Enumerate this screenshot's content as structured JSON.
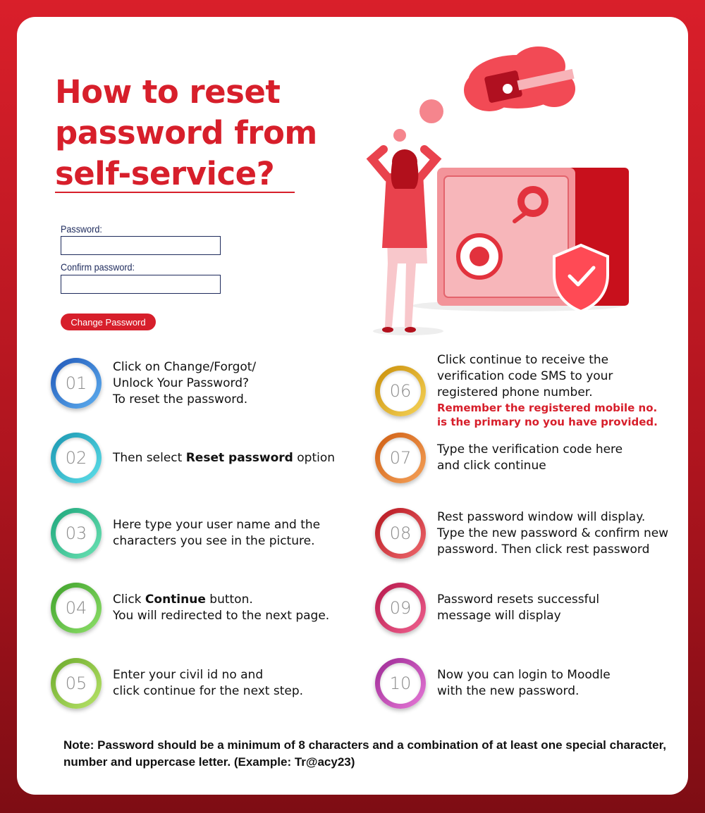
{
  "title": "How to reset\npassword from\nself-service?",
  "form": {
    "password_label": "Password:",
    "confirm_label": "Confirm password:",
    "button_label": "Change Password"
  },
  "steps": [
    {
      "num": "01",
      "color": "#2f7fd6",
      "pre": "Click on Change/Forgot/\nUnlock Your Password?\nTo reset the password.",
      "bold": "",
      "post": "",
      "note": ""
    },
    {
      "num": "02",
      "color": "#27b4c9",
      "pre": "Then select ",
      "bold": "Reset password",
      "post": " option",
      "note": ""
    },
    {
      "num": "03",
      "color": "#2fbf8e",
      "pre": "Here type your user name and the\n characters you see in the picture.",
      "bold": "",
      "post": "",
      "note": ""
    },
    {
      "num": "04",
      "color": "#5cbf3a",
      "pre": "Click ",
      "bold": "Continue",
      "post": " button.\nYou will redirected to the next page.",
      "note": ""
    },
    {
      "num": "05",
      "color": "#8cc63e",
      "pre": "Enter your civil id no and\nclick continue for the next step.",
      "bold": "",
      "post": "",
      "note": ""
    },
    {
      "num": "06",
      "color": "#e0b21a",
      "pre": "Click continue to receive the\nverification code SMS to your\nregistered phone number.",
      "bold": "",
      "post": "",
      "note": "Remember the registered mobile no.\nis the primary no you have provided."
    },
    {
      "num": "07",
      "color": "#e5772a",
      "pre": "Type the verification code here\nand click continue",
      "bold": "",
      "post": "",
      "note": ""
    },
    {
      "num": "08",
      "color": "#d8343a",
      "pre": "Rest password window will display.\nType the new password & confirm new\npassword. Then click rest password",
      "bold": "",
      "post": "",
      "note": ""
    },
    {
      "num": "09",
      "color": "#d62a63",
      "pre": "Password resets successful\nmessage will display",
      "bold": "",
      "post": "",
      "note": ""
    },
    {
      "num": "10",
      "color": "#c43fb0",
      "pre": "Now you can login to Moodle\nwith the new password.",
      "bold": "",
      "post": "",
      "note": ""
    }
  ],
  "note": "Note: Password should be a minimum of 8 characters and a combination of at least one special character, number and uppercase letter. (Example: Tr@acy23)"
}
